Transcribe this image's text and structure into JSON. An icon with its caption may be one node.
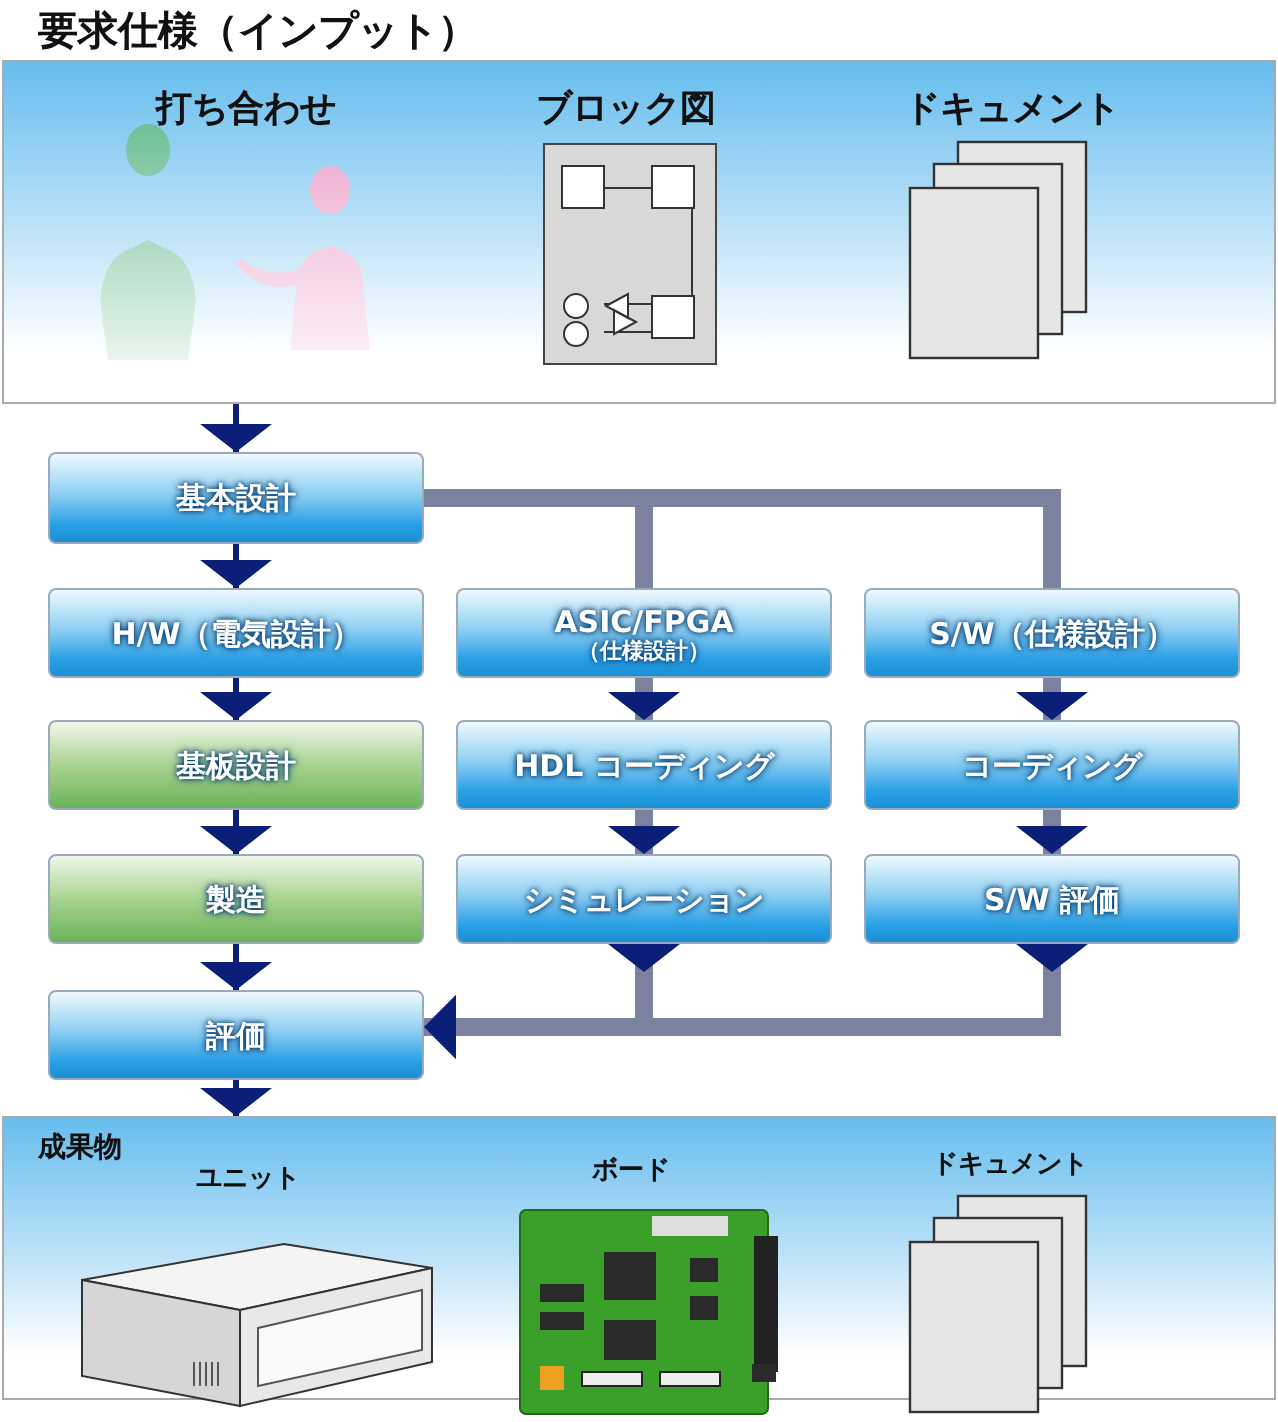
{
  "diagram": {
    "nodes": [
      {
        "text": [
          "要求仕様（インプット）"
        ]
      },
      {
        "text": [
          "基本設計"
        ]
      },
      {
        "text": [
          "H/W（電気設計）"
        ]
      },
      {
        "text": [
          "ASIC/FPGA",
          "（仕様設計）"
        ]
      },
      {
        "text": [
          "S/W（仕様設計）"
        ]
      },
      {
        "text": [
          "基板設計"
        ]
      },
      {
        "text": [
          "HDL コーディング"
        ]
      },
      {
        "text": [
          "コーディング"
        ]
      },
      {
        "text": [
          "製造"
        ]
      },
      {
        "text": [
          "シミュレーション"
        ]
      },
      {
        "text": [
          "S/W 評価"
        ]
      },
      {
        "text": [
          "評価"
        ]
      },
      {
        "text": [
          "成果物"
        ]
      }
    ],
    "edges": [
      {
        "from": 0,
        "to": 1,
        "arrow": "to",
        "color": "#0b1f78"
      },
      {
        "from": 1,
        "to": 2,
        "arrow": "to",
        "color": "#0b1f78"
      },
      {
        "from": 1,
        "to": 3,
        "arrow": "none"
      },
      {
        "from": 1,
        "to": 4,
        "arrow": "none"
      },
      {
        "from": 2,
        "to": 5,
        "arrow": "to",
        "color": "#0b1f78"
      },
      {
        "from": 5,
        "to": 8,
        "arrow": "to",
        "color": "#0b1f78"
      },
      {
        "from": 8,
        "to": 11,
        "arrow": "to",
        "color": "#0b1f78"
      },
      {
        "from": 3,
        "to": 6,
        "arrow": "to"
      },
      {
        "from": 6,
        "to": 9,
        "arrow": "to"
      },
      {
        "from": 4,
        "to": 7,
        "arrow": "to"
      },
      {
        "from": 7,
        "to": 10,
        "arrow": "to"
      },
      {
        "from": 9,
        "to": 11,
        "arrow": "to"
      },
      {
        "from": 10,
        "to": 11,
        "arrow": "to"
      },
      {
        "from": 11,
        "to": 12,
        "arrow": "to",
        "color": "#0b1f78"
      }
    ],
    "labels": [
      "打ち合わせ",
      "ブロック図",
      "ドキュメント",
      "ユニット",
      "ボード",
      "ドキュメント"
    ]
  }
}
